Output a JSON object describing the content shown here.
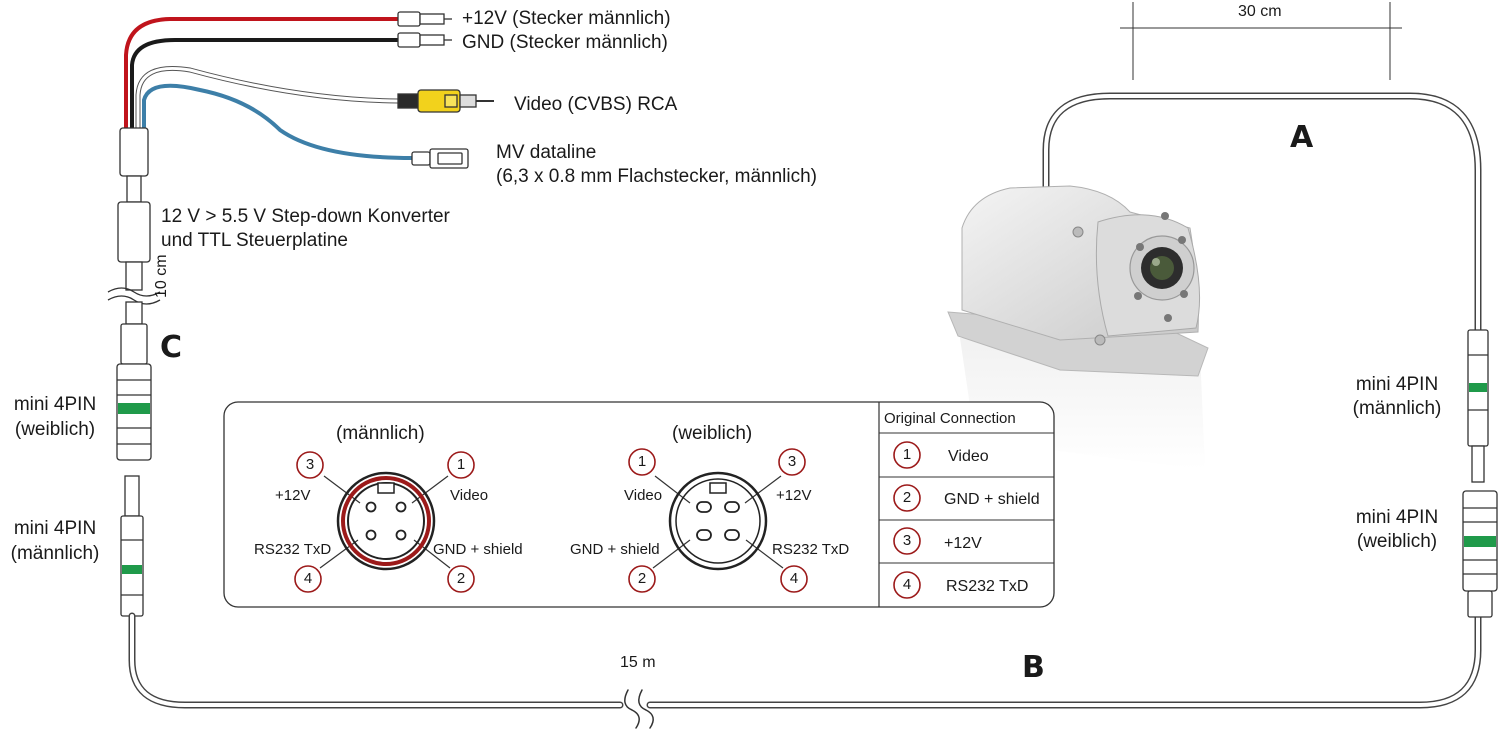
{
  "wire_labels": {
    "plus12v": "+12V (Stecker männlich)",
    "gnd": "GND (Stecker männlich)",
    "video": "Video (CVBS) RCA",
    "mv_line1": "MV dataline",
    "mv_line2": "(6,3 x 0.8 mm Flachstecker, männlich)",
    "converter_line1": "12 V > 5.5 V Step-down Konverter",
    "converter_line2": "und TTL Steuerplatine"
  },
  "dimensions": {
    "cable_a": "30 cm",
    "cable_c": "10 cm",
    "cable_b": "15 m"
  },
  "section_letters": {
    "a": "A",
    "b": "B",
    "c": "C"
  },
  "connector_labels": {
    "left_female_1": "mini 4PIN",
    "left_female_2": "(weiblich)",
    "left_male_1": "mini 4PIN",
    "left_male_2": "(männlich)",
    "right_male_1": "mini 4PIN",
    "right_male_2": "(männlich)",
    "right_female_1": "mini 4PIN",
    "right_female_2": "(weiblich)"
  },
  "pinout": {
    "male_title": "(männlich)",
    "female_title": "(weiblich)",
    "male_pins": [
      {
        "num": "3",
        "name": "+12V"
      },
      {
        "num": "1",
        "name": "Video"
      },
      {
        "num": "4",
        "name": "RS232 TxD"
      },
      {
        "num": "2",
        "name": "GND + shield"
      }
    ],
    "female_pins": [
      {
        "num": "1",
        "name": "Video"
      },
      {
        "num": "3",
        "name": "+12V"
      },
      {
        "num": "2",
        "name": "GND + shield"
      },
      {
        "num": "4",
        "name": "RS232 TxD"
      }
    ],
    "table_header": "Original Connection",
    "table_rows": [
      {
        "num": "1",
        "name": "Video"
      },
      {
        "num": "2",
        "name": "GND + shield"
      },
      {
        "num": "3",
        "name": "+12V"
      },
      {
        "num": "4",
        "name": "RS232 TxD"
      }
    ]
  },
  "colors": {
    "wire_red": "#c0141c",
    "wire_black": "#1a1a1a",
    "wire_blue": "#3d7fa8",
    "rca_yellow": "#f2d21c",
    "band_green": "#1f9a4a",
    "pin_red": "#9c1a1a",
    "camera_body": "#e3e3e3"
  }
}
